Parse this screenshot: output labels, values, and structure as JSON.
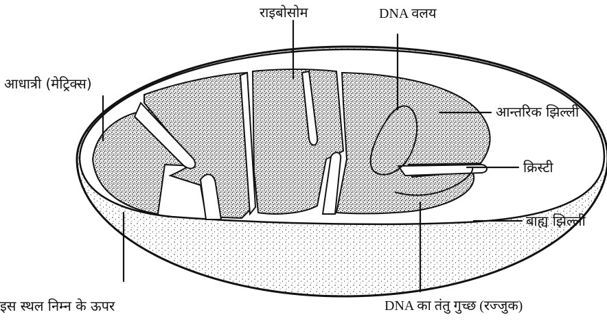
{
  "labels": {
    "ribosome": "राइबोसोम",
    "dna_ring": "DNA वलय",
    "matrix": "आधात्री (मेट्रिक्स)",
    "inner_membrane": "आन्तरिक झिल्ली",
    "cristae": "क्रिस्टी",
    "outer_membrane": "बाह्य झिल्ली",
    "cut_surface": "इस स्थल निम्न के ऊपर",
    "dna_strand": "DNA का तंतु गुच्छ (रज्जुक)"
  },
  "colors": {
    "ink": "#111111",
    "paper": "#ffffff"
  }
}
